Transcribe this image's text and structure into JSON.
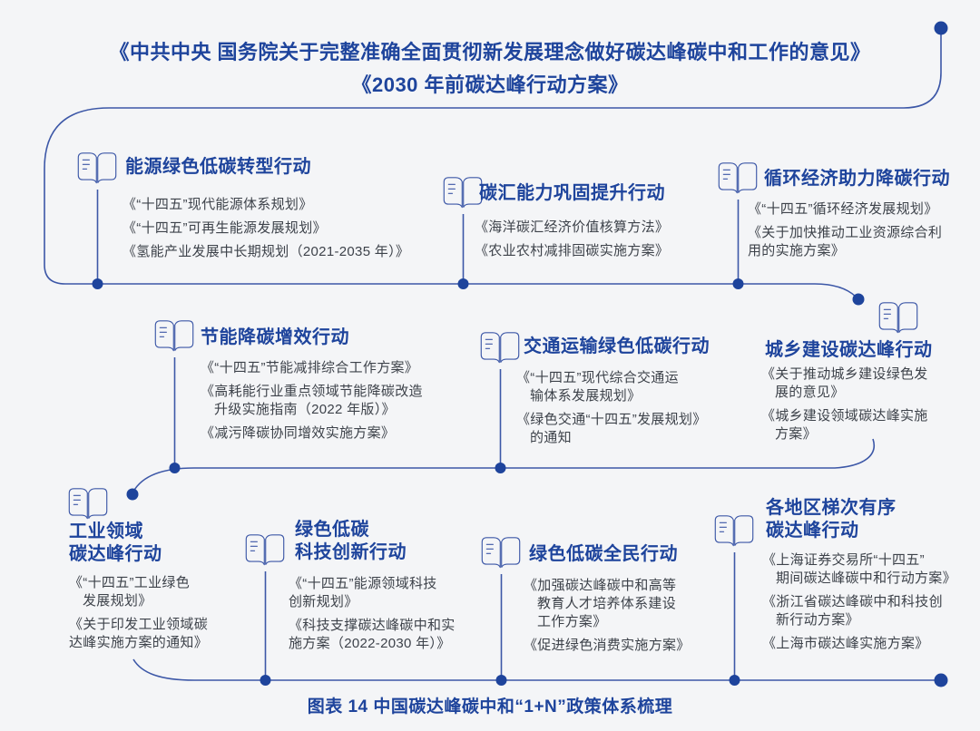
{
  "title": {
    "line1": "《中共中央 国务院关于完整准确全面贯彻新发展理念做好碳达峰碳中和工作的意见》",
    "line2": "《2030 年前碳达峰行动方案》"
  },
  "caption": "图表 14  中国碳达峰碳中和“1+N”政策体系梳理",
  "colors": {
    "primary": "#1e449c",
    "line": "#3c57a7",
    "doc": "#3d424a",
    "bg": "#f4f5f7"
  },
  "items": [
    {
      "id": "energy-transition",
      "heading": [
        "能源绿色低碳转型行动"
      ],
      "docs": [
        [
          {
            "t": "《“十四五”现代能源体系规划》"
          }
        ],
        [
          {
            "t": "《“十四五”可再生能源发展规划》"
          }
        ],
        [
          {
            "t": "《氢能产业发展中长期规划（2021-2035 年）》"
          }
        ]
      ]
    },
    {
      "id": "carbon-sink",
      "heading": [
        "碳汇能力巩固提升行动"
      ],
      "docs": [
        [
          {
            "t": "《海洋碳汇经济价值核算方法》"
          }
        ],
        [
          {
            "t": "《农业农村减排固碳实施方案》"
          }
        ]
      ]
    },
    {
      "id": "circular-economy",
      "heading": [
        "循环经济助力降碳行动"
      ],
      "docs": [
        [
          {
            "t": "《“十四五”循环经济发展规划》"
          }
        ],
        [
          {
            "t": "《关于加快推动工业资源综合利"
          },
          {
            "t": "用的实施方案》"
          }
        ]
      ]
    },
    {
      "id": "energy-conservation",
      "heading": [
        "节能降碳增效行动"
      ],
      "docs": [
        [
          {
            "t": "《“十四五”节能减排综合工作方案》"
          }
        ],
        [
          {
            "t": "《高耗能行业重点领域节能降碳改造"
          },
          {
            "t": "升级实施指南（2022 年版）》",
            "ind": true
          }
        ],
        [
          {
            "t": "《减污降碳协同增效实施方案》"
          }
        ]
      ]
    },
    {
      "id": "green-transport",
      "heading": [
        "交通运输绿色低碳行动"
      ],
      "docs": [
        [
          {
            "t": "《“十四五”现代综合交通运"
          },
          {
            "t": "输体系发展规划》",
            "ind": true
          }
        ],
        [
          {
            "t": "《绿色交通“十四五”发展规划》"
          },
          {
            "t": "的通知",
            "ind": true
          }
        ]
      ]
    },
    {
      "id": "urban-rural",
      "heading": [
        "城乡建设碳达峰行动"
      ],
      "docs": [
        [
          {
            "t": "《关于推动城乡建设绿色发"
          },
          {
            "t": "展的意见》",
            "ind": true
          }
        ],
        [
          {
            "t": "《城乡建设领域碳达峰实施"
          },
          {
            "t": "方案》",
            "ind": true
          }
        ]
      ]
    },
    {
      "id": "industry",
      "heading": [
        "工业领域",
        "碳达峰行动"
      ],
      "docs": [
        [
          {
            "t": "《“十四五”工业绿色"
          },
          {
            "t": "发展规划》",
            "ind": true
          }
        ],
        [
          {
            "t": "《关于印发工业领域碳"
          },
          {
            "t": "达峰实施方案的通知》"
          }
        ]
      ]
    },
    {
      "id": "tech-innovation",
      "heading": [
        "绿色低碳",
        "科技创新行动"
      ],
      "docs": [
        [
          {
            "t": "《“十四五”能源领域科技"
          },
          {
            "t": "创新规划》"
          }
        ],
        [
          {
            "t": "《科技支撑碳达峰碳中和实"
          },
          {
            "t": "施方案（2022-2030 年）》"
          }
        ]
      ]
    },
    {
      "id": "public-action",
      "heading": [
        "绿色低碳全民行动"
      ],
      "docs": [
        [
          {
            "t": "《加强碳达峰碳中和高等"
          },
          {
            "t": "教育人才培养体系建设",
            "ind": true
          },
          {
            "t": "工作方案》",
            "ind": true
          }
        ],
        [
          {
            "t": "《促进绿色消费实施方案》"
          }
        ]
      ]
    },
    {
      "id": "regions",
      "heading": [
        "各地区梯次有序",
        "碳达峰行动"
      ],
      "docs": [
        [
          {
            "t": "《上海证券交易所“十四五”"
          },
          {
            "t": "期间碳达峰碳中和行动方案》",
            "ind": true
          }
        ],
        [
          {
            "t": "《浙江省碳达峰碳中和科技创"
          },
          {
            "t": "新行动方案》",
            "ind": true
          }
        ],
        [
          {
            "t": "《上海市碳达峰实施方案》"
          }
        ]
      ]
    }
  ]
}
